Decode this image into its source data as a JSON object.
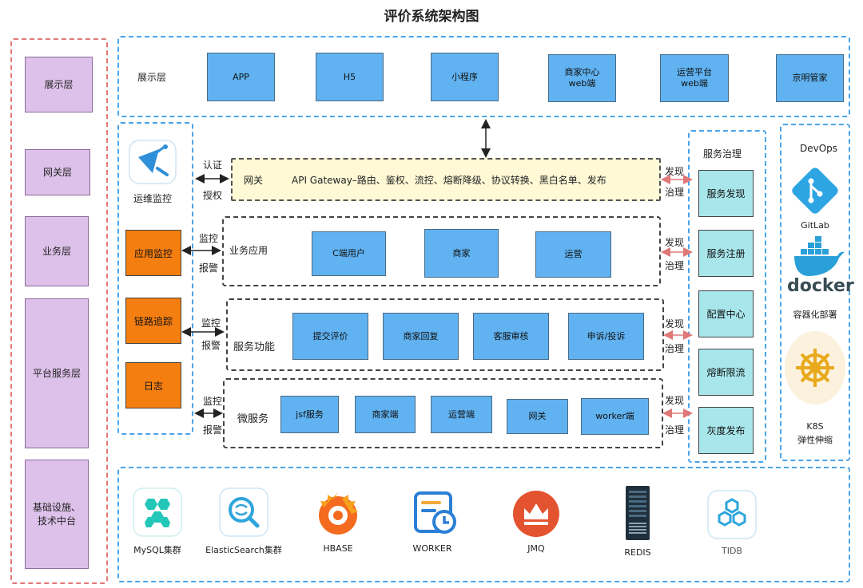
{
  "title": "评价系统架构图",
  "layers": [
    "展示层",
    "网关层",
    "业务层",
    "平台服务层",
    "基础设施、\n技术中台"
  ],
  "presentation": {
    "label": "展示层",
    "items": [
      "APP",
      "H5",
      "小程序",
      "商家中心\nweb端",
      "运营平台\nweb端",
      "京明管家"
    ]
  },
  "ops": {
    "title": "运维监控",
    "items": [
      "应用监控",
      "链路追踪",
      "日志"
    ]
  },
  "gateway": {
    "label": "网关",
    "text": "API Gateway–路由、鉴权、流控、熔断降级、协议转换、黑白名单、发布",
    "left_top": "认证",
    "left_bottom": "授权",
    "right_top": "发现",
    "right_bottom": "治理"
  },
  "business": {
    "label": "业务应用",
    "items": [
      "C端用户",
      "商家",
      "运营"
    ],
    "left_top": "监控",
    "left_bottom": "报警",
    "right_top": "发现",
    "right_bottom": "治理"
  },
  "service_func": {
    "label": "服务功能",
    "items": [
      "提交评价",
      "商家回复",
      "客服审核",
      "申诉/投诉"
    ],
    "left_top": "监控",
    "left_bottom": "报警",
    "right_top": "发现",
    "right_bottom": "治理"
  },
  "micro": {
    "label": "微服务",
    "items": [
      "jsf服务",
      "商家端",
      "运营端",
      "网关",
      "worker端"
    ],
    "left_top": "监控",
    "left_bottom": "报警",
    "right_top": "发现",
    "right_bottom": "治理"
  },
  "governance": {
    "title": "服务治理",
    "items": [
      "服务发现",
      "服务注册",
      "配置中心",
      "熔断限流",
      "灰度发布"
    ]
  },
  "devops": {
    "title": "DevOps",
    "gitlab": "GitLab",
    "docker_word": "docker",
    "docker_caption": "容器化部署",
    "k8s_line1": "K8S",
    "k8s_line2": "弹性伸缩"
  },
  "infra": {
    "items": [
      "MySQL集群",
      "ElasticSearch集群",
      "HBASE",
      "WORKER",
      "JMQ",
      "REDIS",
      "TIDB"
    ]
  },
  "icons": {
    "ops": "satellite-dish-icon",
    "gitlab": "git-branch-icon",
    "docker": "docker-whale-icon",
    "k8s": "helm-wheel-icon",
    "mysql": "hexagon-cluster-icon",
    "elastic": "magnifier-icon",
    "hbase": "grafana-swirl-icon",
    "worker": "calendar-clock-icon",
    "jmq": "crown-icon",
    "redis": "server-rack-icon",
    "tidb": "hexagons-icon"
  },
  "colors": {
    "layer_fill": "#ddc1ea",
    "box_fill": "#60b2f1",
    "governance_fill": "#a8e6eb",
    "monitor_fill": "#f57e11",
    "gateway_fill": "#fff9d6",
    "blue_dash": "#4aa3e8",
    "red_dash": "#e07878"
  }
}
